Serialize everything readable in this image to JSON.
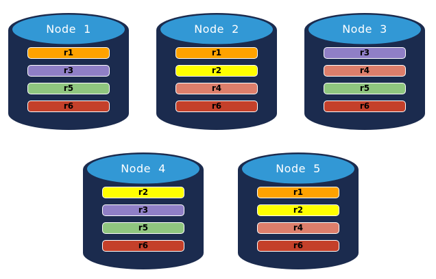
{
  "diagram": {
    "description": "Five database node cylinders holding colored replica bars",
    "colors": {
      "background": "#FFFFFF",
      "cylinder_body": "#1B2B4E",
      "cylinder_top": "#3298D5",
      "node_label_text": "#FFFFFF",
      "bar_border": "#FFFFFF",
      "bar_text": "#000000"
    },
    "replica_colors": {
      "r1": "#FFA200",
      "r2": "#FFFF00",
      "r3": "#8F7FC6",
      "r4": "#DD7E6B",
      "r5": "#8FC67F",
      "r6": "#C4402A"
    },
    "nodes": [
      {
        "label": "Node  1",
        "replicas": [
          "r1",
          "r3",
          "r5",
          "r6"
        ]
      },
      {
        "label": "Node  2",
        "replicas": [
          "r1",
          "r2",
          "r4",
          "r6"
        ]
      },
      {
        "label": "Node  3",
        "replicas": [
          "r3",
          "r4",
          "r5",
          "r6"
        ]
      },
      {
        "label": "Node  4",
        "replicas": [
          "r2",
          "r3",
          "r5",
          "r6"
        ]
      },
      {
        "label": "Node  5",
        "replicas": [
          "r1",
          "r2",
          "r4",
          "r6"
        ]
      }
    ]
  }
}
